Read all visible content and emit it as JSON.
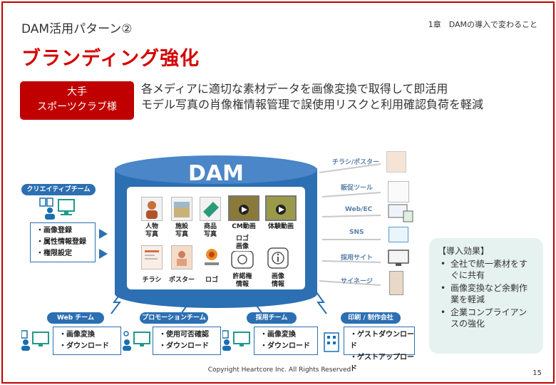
{
  "header": {
    "pattern_label": "DAM活用パターン②",
    "chapter": "1章　DAMの導入で変わること",
    "title": "ブランディング強化"
  },
  "client": {
    "line1": "大手",
    "line2": "スポーツクラブ様"
  },
  "description": {
    "line1": "各メディアに適切な素材データを画像変換で取得して即活用",
    "line2": "モデル写真の肖像権情報管理で誤使用リスクと利用確認負荷を軽減"
  },
  "creative_team": {
    "label": "クリエイティブチーム",
    "tasks": [
      "・画像登録",
      "・属性情報登録",
      "・権限設定"
    ]
  },
  "dam": {
    "label": "DAM",
    "assets": [
      {
        "label": "人物\n写真"
      },
      {
        "label": "施設\n写真"
      },
      {
        "label": "商品\n写真"
      },
      {
        "label": "CM動画"
      },
      {
        "label": "体験動画"
      },
      {
        "label": "チラシ"
      },
      {
        "label": "ポスター"
      },
      {
        "label": "ロゴ"
      },
      {
        "label": "許諾権\n情報"
      },
      {
        "label": "画像\n情報"
      }
    ],
    "logo_bubble": "ロゴ\n画像"
  },
  "media": [
    {
      "label": "チラシ/ポスター"
    },
    {
      "label": "販促ツール"
    },
    {
      "label": "Web/EC"
    },
    {
      "label": "SNS"
    },
    {
      "label": "採用サイト"
    },
    {
      "label": "サイネージ"
    }
  ],
  "teams": [
    {
      "label": "Web チーム",
      "tasks": [
        "・画像変換",
        "・ダウンロード"
      ]
    },
    {
      "label": "プロモーションチーム",
      "tasks": [
        "・使用可否確認",
        "・ダウンロード"
      ]
    },
    {
      "label": "採用チーム",
      "tasks": [
        "・画像変換",
        "・ダウンロード"
      ]
    },
    {
      "label": "印刷 / 制作会社",
      "tasks": [
        "・ゲストダウンロード",
        "・ゲストアップロード"
      ]
    }
  ],
  "effects": {
    "heading": "【導入効果】",
    "items": [
      "全社で統一素材をすぐに共有",
      "画像変換など余剰作業を軽減",
      "企業コンプライアンスの強化"
    ]
  },
  "footer": {
    "copyright": "Copyright Heartcore Inc. All Rights Reserved",
    "page": "15"
  },
  "colors": {
    "accent_red": "#c00000",
    "dam_blue": "#2c6fb2",
    "effect_bg": "#e6f2f0",
    "icon_blue": "#1a6fb0",
    "icon_teal": "#1f9a8a"
  }
}
